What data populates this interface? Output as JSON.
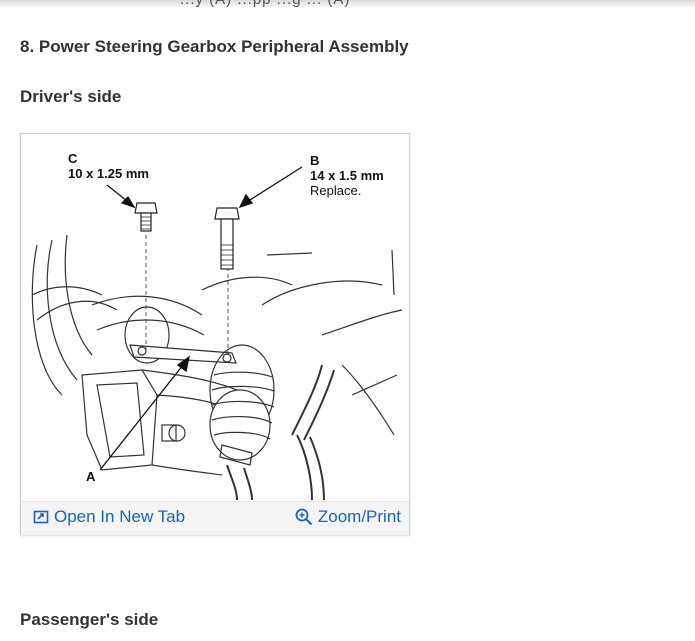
{
  "header": {
    "cut_text": "...y (A) ...pp ...g ... (A)"
  },
  "step_title": "8. Power Steering Gearbox Peripheral Assembly",
  "drivers_side": "Driver's side",
  "figure": {
    "callouts": {
      "c_letter": "C",
      "c_size": "10 x 1.25 mm",
      "b_letter": "B",
      "b_size": "14 x 1.5 mm",
      "b_note": "Replace.",
      "a_letter": "A"
    },
    "open_tab_label": "Open In New Tab",
    "zoom_label": "Zoom/Print",
    "link_color": "#1e63b6"
  },
  "passengers_side": "Passenger's side"
}
